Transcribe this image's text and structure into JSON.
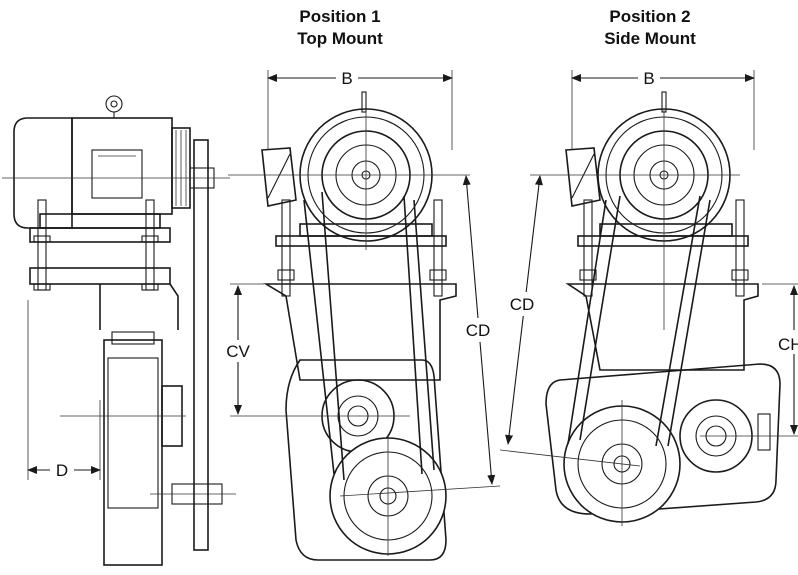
{
  "positions": [
    {
      "title_line1": "Position 1",
      "title_line2": "Top Mount"
    },
    {
      "title_line1": "Position 2",
      "title_line2": "Side Mount"
    }
  ],
  "dimensions": {
    "b1": "B",
    "b2": "B",
    "cd1": "CD",
    "cd2": "CD",
    "cv": "CV",
    "ch": "CH",
    "d": "D"
  }
}
